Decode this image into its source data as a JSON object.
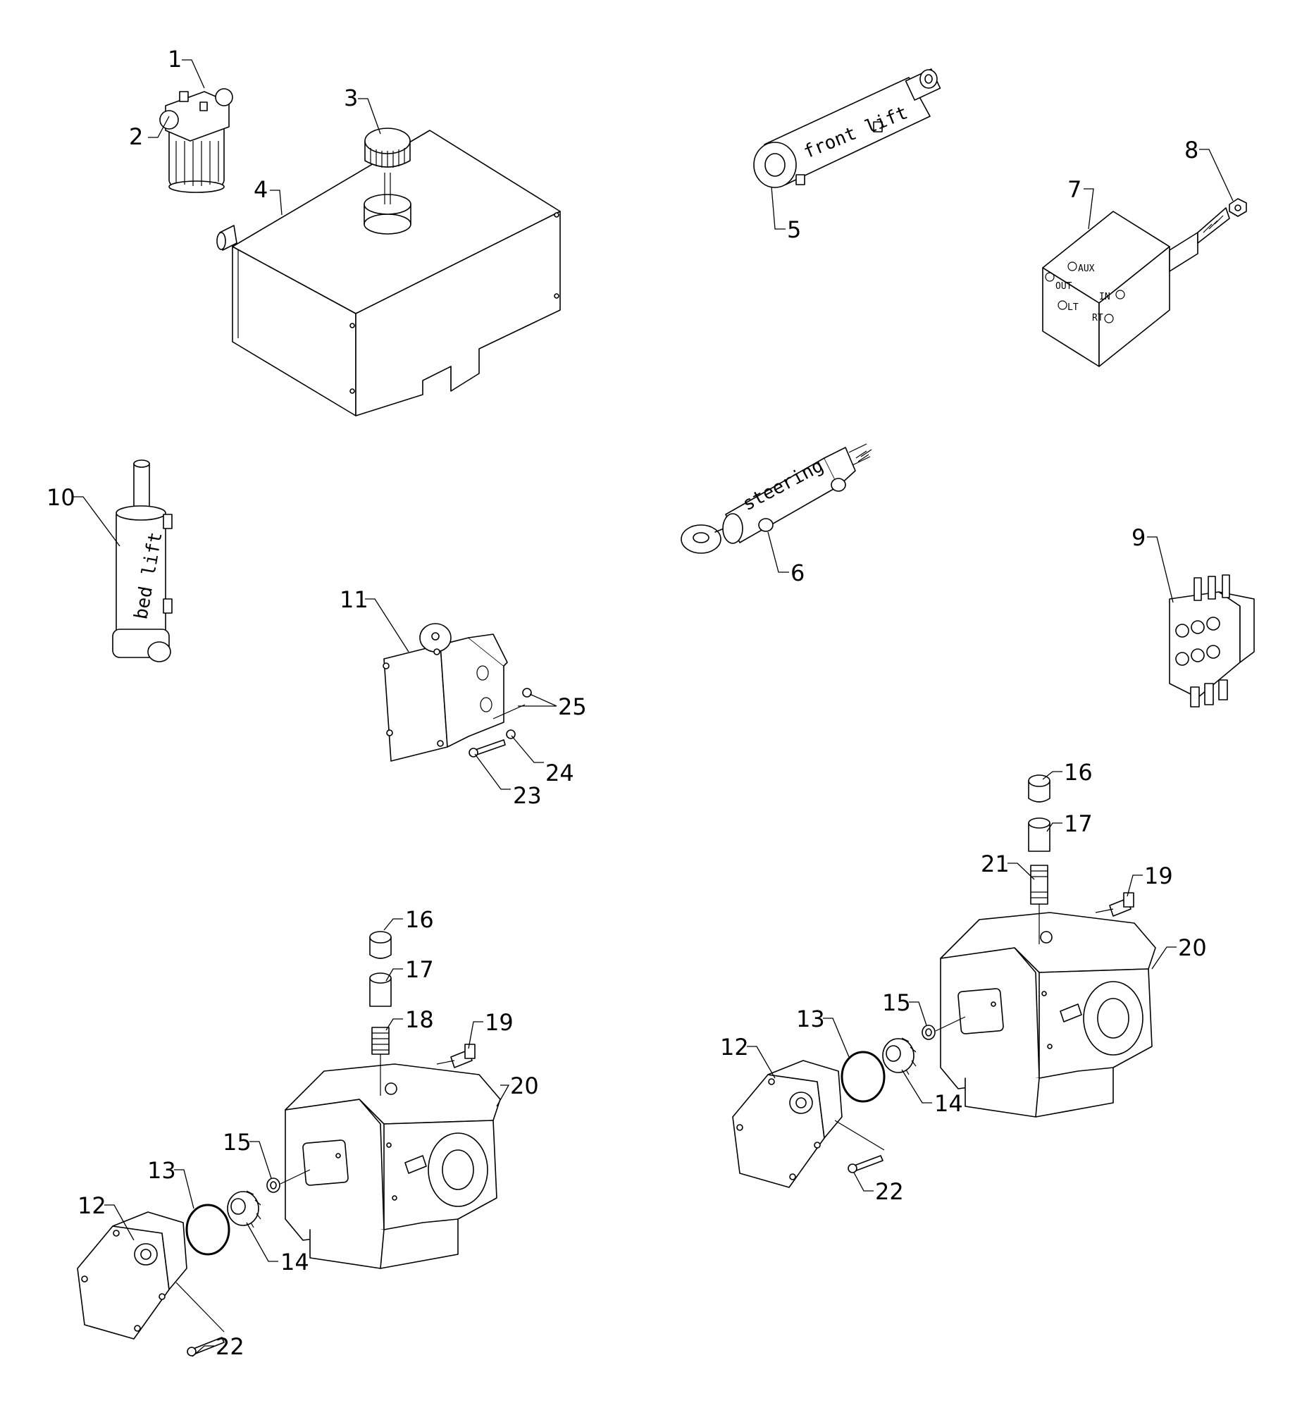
{
  "callouts": {
    "c1": "1",
    "c2": "2",
    "c3": "3",
    "c4": "4",
    "c5": "5",
    "c6": "6",
    "c7": "7",
    "c8": "8",
    "c9": "9",
    "c10": "10",
    "c11": "11",
    "c23": "23",
    "c24": "24",
    "c25": "25",
    "L12": "12",
    "L13": "13",
    "L14": "14",
    "L15": "15",
    "L16": "16",
    "L17": "17",
    "L18": "18",
    "L19": "19",
    "L20": "20",
    "L22": "22",
    "R12": "12",
    "R13": "13",
    "R14": "14",
    "R15": "15",
    "R16": "16",
    "R17": "17",
    "R19": "19",
    "R20": "20",
    "R21": "21",
    "R22": "22"
  },
  "part_labels": {
    "front_lift": "front lift",
    "steering": "steering",
    "bed_lift": "bed lift",
    "aux": "AUX",
    "out": "OUT",
    "in": "IN",
    "lt": "LT",
    "rt": "RT"
  },
  "colors": {
    "line": "#000000",
    "background": "#ffffff",
    "shade": "#e6e6e6"
  }
}
